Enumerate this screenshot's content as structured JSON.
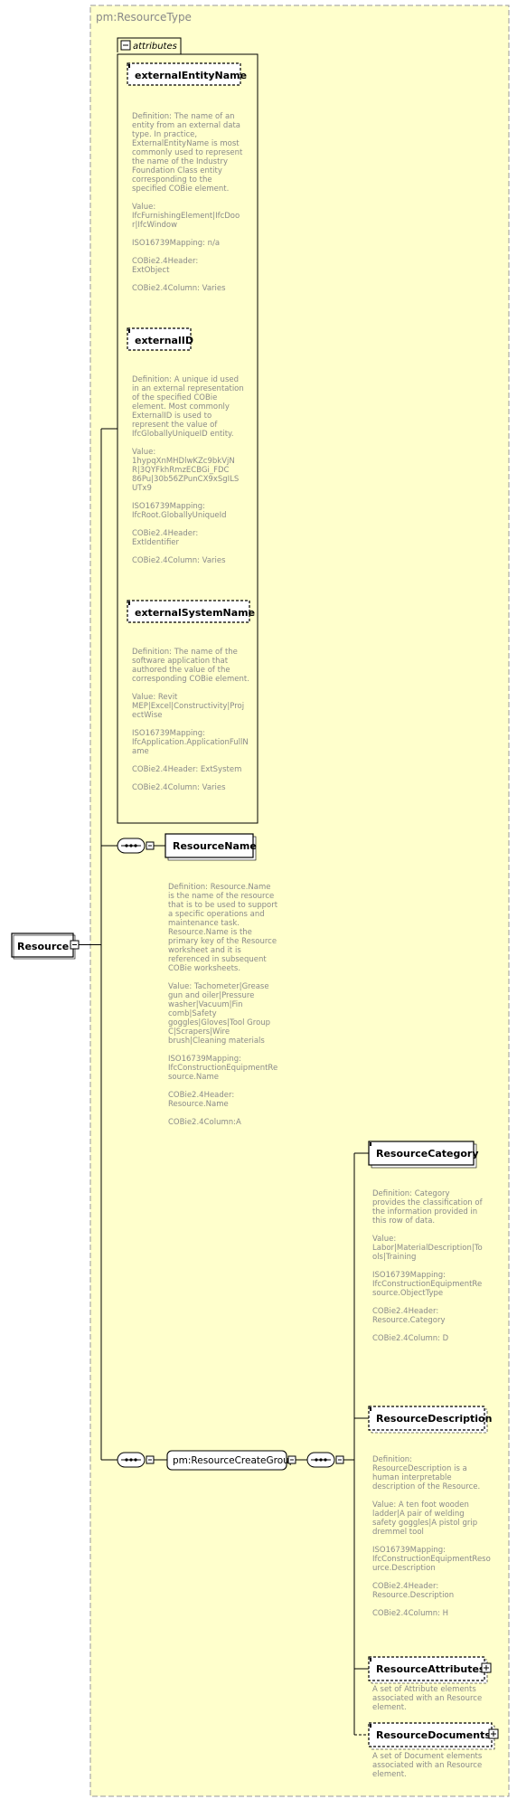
{
  "type_name": "pm:ResourceType",
  "root_element": "Resource",
  "attributes_label": "attributes",
  "attributes": [
    {
      "name": "externalEntityName",
      "doc": "Definition:  The name of an\nentity from an external data\ntype.  In practice,\nExternalEntityName is most\ncommonly used to represent\nthe name of the Industry\nFoundation Class entity\ncorresponding to the\nspecified COBie element.\n\nValue:\nIfcFurnishingElement|IfcDoo\nr|IfcWindow\n\nISO16739Mapping:  n/a\n\nCOBie2.4Header:\nExtObject\n\nCOBie2.4Column:  Varies"
    },
    {
      "name": "externalID",
      "doc": "Definition:  A unique id used\nin an external representation\nof the specified COBie\nelement. Most commonly\nExternalID is used to\nrepresent the value of\nIfcGloballyUniqueID entity.\n\nValue:\n1hypqXnMHDlwKZc9bkVjN\nR|3QYFkhRmzECBGi_FDC\n86Pu|30b56ZPunCX9xSgILS\nUTx9\n\nISO16739Mapping:\nIfcRoot.GloballyUniqueId\n\nCOBie2.4Header:\nExtIdentifier\n\nCOBie2.4Column:  Varies"
    },
    {
      "name": "externalSystemName",
      "doc": "Definition:  The name of the\nsoftware application that\nauthored the value of the\ncorresponding COBie element.\n\nValue:  Revit\nMEP|Excel|Constructivity|Proj\nectWise\n\nISO16739Mapping:\nIfcApplication.ApplicationFullN\name\n\nCOBie2.4Header:  ExtSystem\n\nCOBie2.4Column:  Varies"
    }
  ],
  "resource_name": {
    "name": "ResourceName",
    "doc": "Definition:  Resource.Name\nis the name of the resource\nthat is to be used to support\na specific operations and\nmaintenance task.\nResource.Name is the\nprimary key of the Resource\nworksheet and it is\nreferenced in subsequent\nCOBie worksheets.\n\nValue:  Tachometer|Grease\ngun and oiler|Pressure\nwasher|Vacuum|Fin\ncomb|Safety\ngoggles|Gloves|Tool Group\nC|Scrapers|Wire\nbrush|Cleaning materials\n\nISO16739Mapping:\nIfcConstructionEquipmentRe\nsource.Name\n\nCOBie2.4Header:\nResource.Name\n\nCOBie2.4Column:A"
  },
  "group_name": "pm:ResourceCreateGroup",
  "group_children": [
    {
      "name": "ResourceCategory",
      "doc": "Definition:  Category\nprovides the classification of\nthe information provided in\nthis row of data.\n\nValue:\nLabor|MaterialDescription|To\nols|Training\n\nISO16739Mapping:\nIfcConstructionEquipmentRe\nsource.ObjectType\n\nCOBie2.4Header:\nResource.Category\n\nCOBie2.4Column:  D"
    },
    {
      "name": "ResourceDescription",
      "doc": "Definition:\nResourceDescription is a\nhuman interpretable\ndescription of the Resource.\n\nValue:  A ten foot wooden\nladder|A pair of welding\nsafety goggles|A pistol grip\ndremmel tool\n\nISO16739Mapping:\nIfcConstructionEquipmentReso\nurce.Description\n\nCOBie2.4Header:\nResource.Description\n\nCOBie2.4Column:  H"
    },
    {
      "name": "ResourceAttributes",
      "doc": "A set of Attribute elements\nassociated with an Resource\nelement."
    },
    {
      "name": "ResourceDocuments",
      "doc": "A set of Document elements\nassociated with an Resource\nelement."
    }
  ],
  "colors": {
    "panel_fill": "#ffffcc",
    "panel_border": "#999999",
    "line": "#000000",
    "doc_text": "#8a8a8a",
    "type_text": "#888888"
  }
}
